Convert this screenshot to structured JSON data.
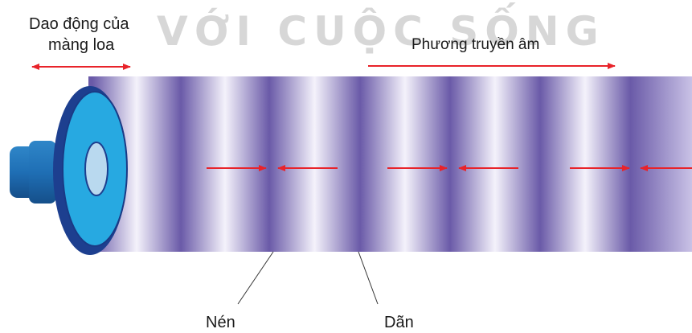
{
  "watermark": "VỚI CUỘC SỐNG",
  "labels": {
    "membrane_line1": "Dao động của",
    "membrane_line2": "màng loa",
    "direction": "Phương truyền âm",
    "compression": "Nén",
    "rarefaction": "Dãn"
  },
  "colors": {
    "arrow": "#e8232a",
    "wave_dark": "#6a5aa8",
    "wave_light": "#f4f2fb",
    "speaker_face": "#27a9e1",
    "speaker_rim": "#1d3f8f",
    "speaker_center": "#b9d9ef",
    "speaker_body": "#1f6fb5"
  }
}
